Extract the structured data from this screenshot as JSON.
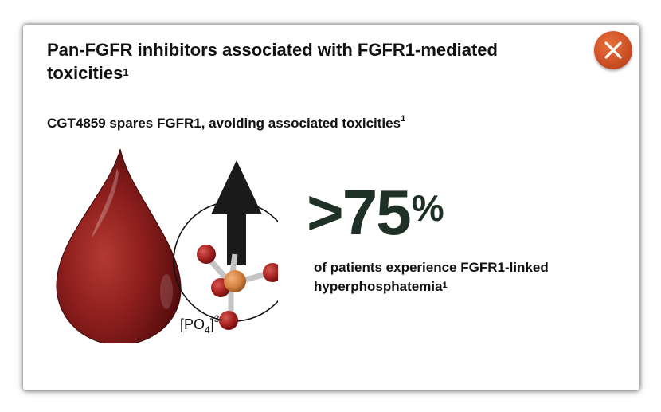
{
  "modal": {
    "title": "Pan-FGFR inhibitors associated with FGFR1-mediated toxicities",
    "title_superscript": "1",
    "subtitle": "CGT4859 spares FGFR1, avoiding associated toxicities",
    "subtitle_superscript": "1",
    "close_icon": "close-icon",
    "close_button_color": "#cf5126"
  },
  "stat": {
    "value": ">75",
    "unit": "%",
    "description": "of patients experience FGFR1-linked hyperphosphatemia",
    "description_superscript": "1",
    "value_color": "#1f3126"
  },
  "illustration": {
    "drop_icon": "blood-drop-icon",
    "molecule_icon": "phosphate-molecule-icon",
    "arrow_icon": "up-arrow-icon",
    "formula_prefix": "[PO",
    "formula_subscript": "4",
    "formula_suffix": "]",
    "formula_charge": "3-",
    "drop_color": "#8b1a1a"
  }
}
